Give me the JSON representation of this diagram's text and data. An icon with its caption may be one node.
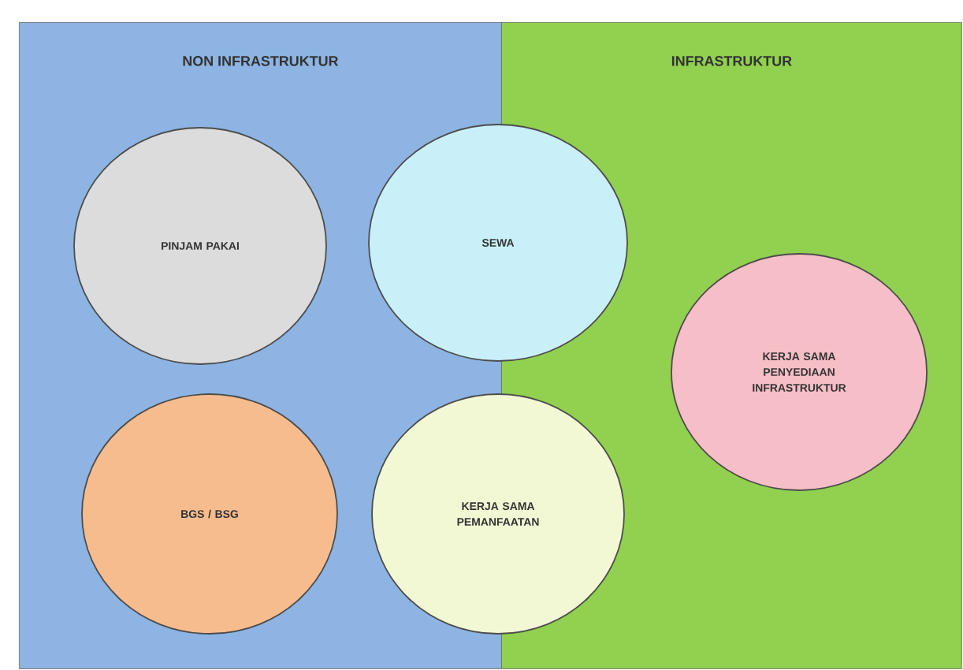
{
  "diagram": {
    "nodes": [
      {
        "text": [
          "NON INFRASTRUKTUR"
        ]
      },
      {
        "text": [
          "INFRASTRUKTUR"
        ]
      },
      {
        "text": [
          "PINJAM PAKAI"
        ],
        "in": 0
      },
      {
        "text": [
          "SEWA"
        ]
      },
      {
        "text": [
          "KERJA SAMA PENYEDIAAN INFRASTRUKTUR"
        ],
        "in": 1
      },
      {
        "text": [
          "BGS / BSG"
        ],
        "in": 0
      },
      {
        "text": [
          "KERJA SAMA PEMANFAATAN"
        ]
      }
    ]
  }
}
